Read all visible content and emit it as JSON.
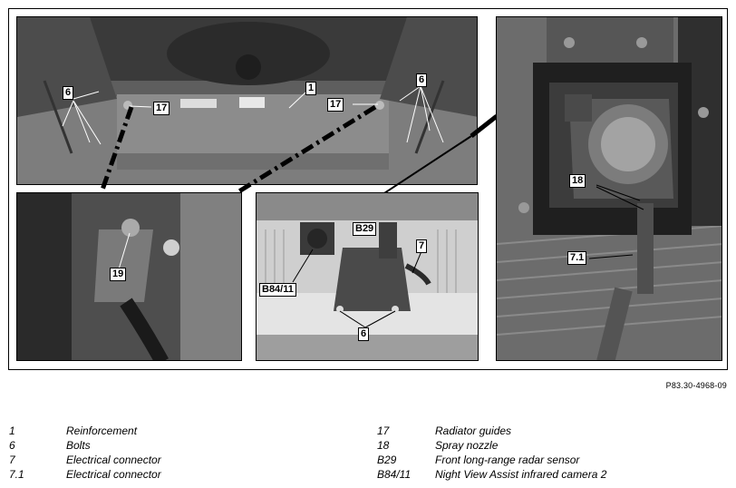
{
  "figure": {
    "reference": "P83.30-4968-09",
    "callouts": {
      "main_1": "1",
      "main_6_left": "6",
      "main_6_right": "6",
      "main_17_left": "17",
      "main_17_right": "17",
      "detail_19": "19",
      "radar_b29": "B29",
      "radar_b84": "B84/11",
      "radar_7": "7",
      "radar_6": "6",
      "camera_18": "18",
      "camera_7_1": "7.1"
    }
  },
  "legend": {
    "left": [
      {
        "key": "1",
        "desc": "Reinforcement"
      },
      {
        "key": "6",
        "desc": "Bolts"
      },
      {
        "key": "7",
        "desc": "Electrical connector"
      },
      {
        "key": "7.1",
        "desc": "Electrical connector"
      }
    ],
    "right": [
      {
        "key": "17",
        "desc": "Radiator guides"
      },
      {
        "key": "18",
        "desc": "Spray nozzle"
      },
      {
        "key": "B29",
        "desc": "Front long-range radar sensor"
      },
      {
        "key": "B84/11",
        "desc": "Night View Assist infrared camera 2"
      }
    ]
  }
}
